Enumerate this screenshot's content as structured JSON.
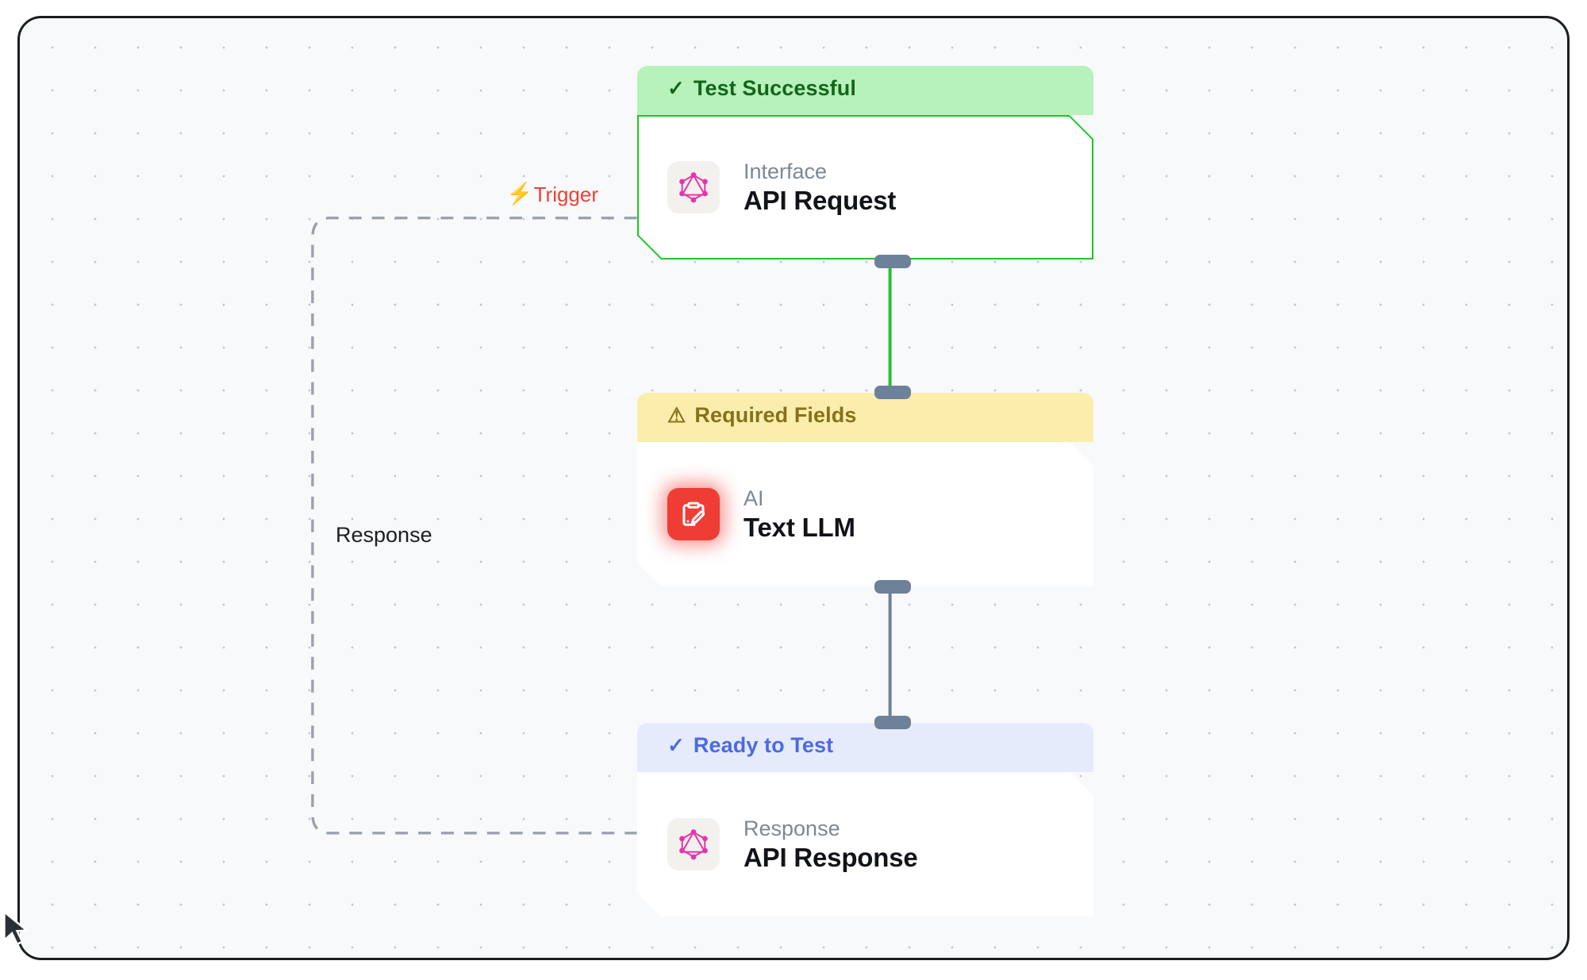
{
  "canvas": {
    "background_color": "#f8f9fb",
    "grid": "dotted",
    "frame_color": "#1b1d21"
  },
  "edges": [
    {
      "id": "trigger-edge",
      "label": "Trigger",
      "icon": "lightning-bolt-icon",
      "label_color": "#ef4136",
      "style": "dashed",
      "color": "#9aa1ab"
    },
    {
      "id": "response-edge",
      "label": "Response",
      "label_color": "#1c1e22",
      "style": "dashed",
      "color": "#9aa1ab"
    },
    {
      "id": "request-to-llm",
      "label": "",
      "style": "solid",
      "color": "#22c32a"
    },
    {
      "id": "llm-to-response",
      "label": "",
      "style": "solid",
      "color": "#6d8199"
    }
  ],
  "nodes": [
    {
      "id": "api-request",
      "status_label": "Test Successful",
      "status_icon": "check-icon",
      "status_variant": "success",
      "status_bg": "#b6f2b9",
      "status_color": "#14651c",
      "kind": "Interface",
      "title": "API Request",
      "icon": "graphql-icon",
      "icon_color": "#e535ab",
      "selected": true,
      "outline_color": "#22c32a"
    },
    {
      "id": "text-llm",
      "status_label": "Required Fields",
      "status_icon": "warning-triangle-icon",
      "status_variant": "warning",
      "status_bg": "#fbeeac",
      "status_color": "#87711a",
      "kind": "AI",
      "title": "Text LLM",
      "icon": "clipboard-pencil-icon",
      "icon_color": "#ef3c35",
      "selected": false,
      "outline_color": ""
    },
    {
      "id": "api-response",
      "status_label": "Ready to Test",
      "status_icon": "check-icon",
      "status_variant": "ready",
      "status_bg": "#e6ebfb",
      "status_color": "#4b6ae4",
      "kind": "Response",
      "title": "API Response",
      "icon": "graphql-icon",
      "icon_color": "#e535ab",
      "selected": false,
      "outline_color": ""
    }
  ]
}
